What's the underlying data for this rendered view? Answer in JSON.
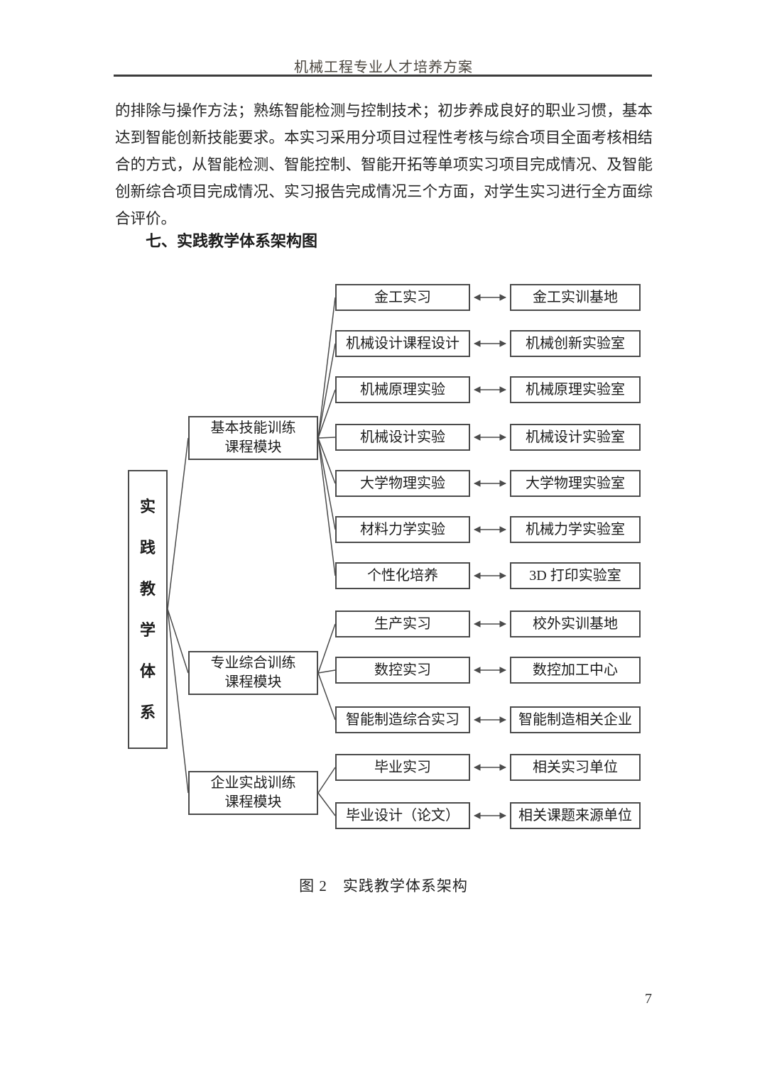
{
  "page": {
    "header_title": "机械工程专业人才培养方案",
    "page_number": "7"
  },
  "content": {
    "paragraph": "的排除与操作方法；熟练智能检测与控制技术；初步养成良好的职业习惯，基本达到智能创新技能要求。本实习采用分项目过程性考核与综合项目全面考核相结合的方式，从智能检测、智能控制、智能开拓等单项实习项目完成情况、及智能创新综合项目完成情况、实习报告完成情况三个方面，对学生实习进行全方面综合评价。",
    "section_heading": "七、实践教学体系架构图",
    "figure_caption": "图 2　实践教学体系架构"
  },
  "diagram": {
    "root_label": "实践教学体系",
    "modules": [
      {
        "line1": "基本技能训练",
        "line2": "课程模块"
      },
      {
        "line1": "专业综合训练",
        "line2": "课程模块"
      },
      {
        "line1": "企业实战训练",
        "line2": "课程模块"
      }
    ],
    "pairs": [
      {
        "left": "金工实习",
        "right": "金工实训基地"
      },
      {
        "left": "机械设计课程设计",
        "right": "机械创新实验室"
      },
      {
        "left": "机械原理实验",
        "right": "机械原理实验室"
      },
      {
        "left": "机械设计实验",
        "right": "机械设计实验室"
      },
      {
        "left": "大学物理实验",
        "right": "大学物理实验室"
      },
      {
        "left": "材料力学实验",
        "right": "机械力学实验室"
      },
      {
        "left": "个性化培养",
        "right": "3D 打印实验室"
      },
      {
        "left": "生产实习",
        "right": "校外实训基地"
      },
      {
        "left": "数控实习",
        "right": "数控加工中心"
      },
      {
        "left": "智能制造综合实习",
        "right": "智能制造相关企业"
      },
      {
        "left": "毕业实习",
        "right": "相关实习单位"
      },
      {
        "left": "毕业设计（论文）",
        "right": "相关课题来源单位"
      }
    ]
  }
}
